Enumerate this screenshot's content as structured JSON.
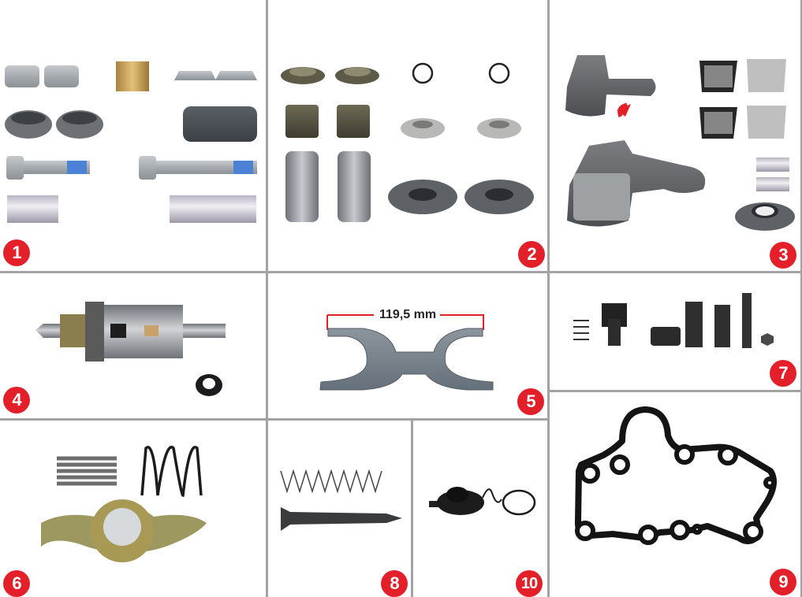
{
  "sheet": {
    "title": "",
    "background": "#ffffff",
    "grid_line_color": "#a3a3a6",
    "badge_color": "#e3202a"
  },
  "cells": [
    {
      "id": "1",
      "label": "1",
      "content": "caliper guide pin kit: caps, bronze bushing, seal caps, bearing seals, rubber sleeve, 2 guide bolts, 2 pins"
    },
    {
      "id": "2",
      "label": "2",
      "content": "caliper repair kit: boots, bushings, 2 adjuster tappets, circlips, thrust washers, seal rings"
    },
    {
      "id": "3",
      "label": "3",
      "content": "caliper lever with needle bearings, bearing shells, 2 pins, seal"
    },
    {
      "id": "4",
      "label": "4",
      "content": "adjuster shaft assembly with seal"
    },
    {
      "id": "5",
      "label": "5",
      "content": "gauge plate",
      "dimension": "119,5 mm"
    },
    {
      "id": "6",
      "label": "6",
      "content": "springs and gear with plate"
    },
    {
      "id": "7",
      "label": "7",
      "content": "adjuster parts kit: spring, sleeve, bushings, bolt, nut"
    },
    {
      "id": "8",
      "label": "8",
      "content": "spring and pin"
    },
    {
      "id": "9",
      "label": "9",
      "content": "cover gasket"
    },
    {
      "id": "10",
      "label": "10",
      "content": "cap with retaining ring"
    }
  ]
}
